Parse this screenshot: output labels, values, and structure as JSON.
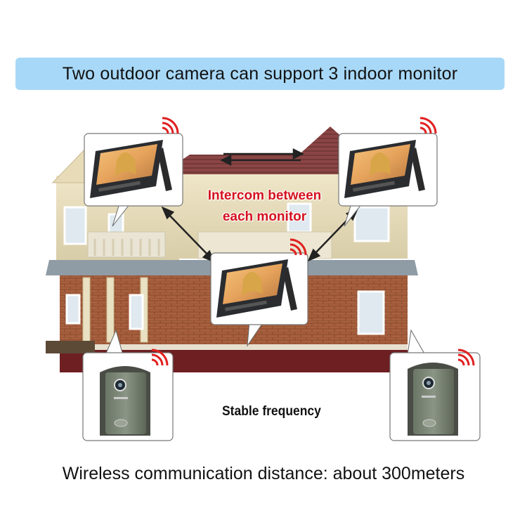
{
  "banner": {
    "text": "Two outdoor camera can support 3 indoor monitor"
  },
  "overlay": {
    "intercom_line1": "Intercom between",
    "intercom_line2": "each monitor",
    "stable_frequency": "Stable frequency"
  },
  "footer": {
    "text": "Wireless communication distance: about 300meters"
  },
  "colors": {
    "banner_bg": "#a8d8f7",
    "intercom_text": "#d4111e",
    "signal": "#e02020",
    "brick": "#9a5a3a",
    "roof": "#7a3a3a"
  },
  "devices": {
    "monitors": [
      {
        "name": "indoor-monitor-top-left"
      },
      {
        "name": "indoor-monitor-top-right"
      },
      {
        "name": "indoor-monitor-center"
      }
    ],
    "cameras": [
      {
        "name": "outdoor-camera-left"
      },
      {
        "name": "outdoor-camera-right"
      }
    ]
  }
}
